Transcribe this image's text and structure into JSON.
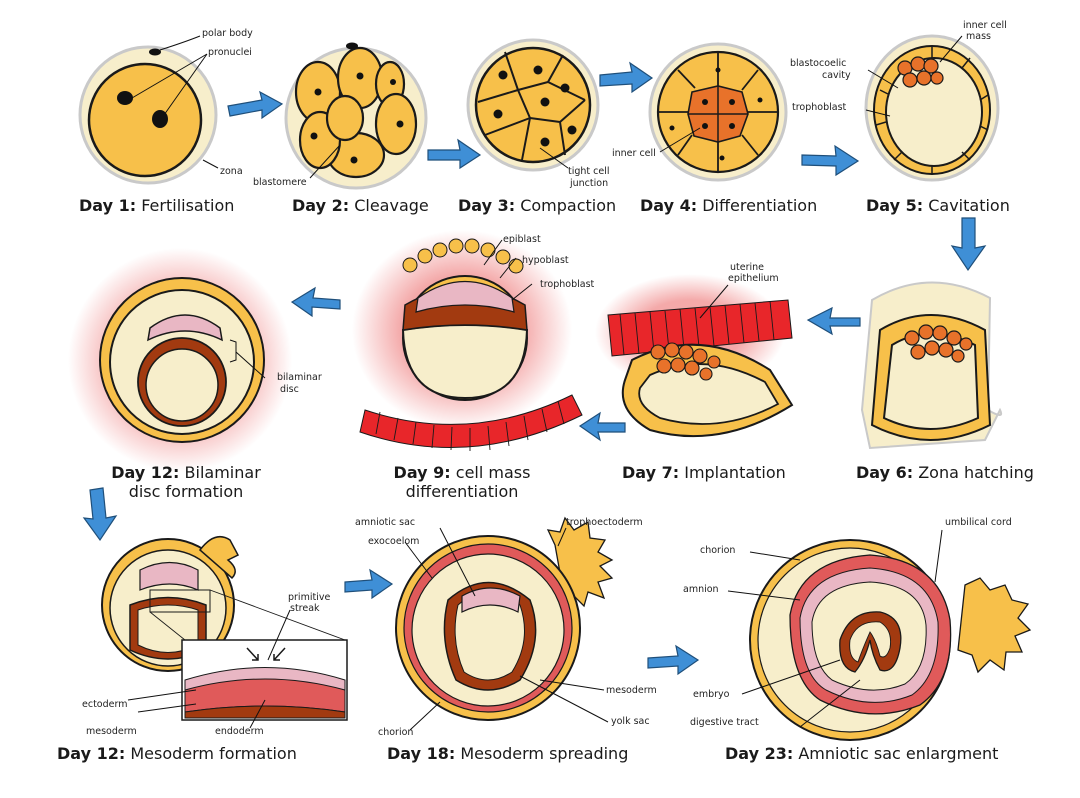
{
  "stages": [
    {
      "day": "Day 1:",
      "name": "Fertilisation"
    },
    {
      "day": "Day 2:",
      "name": "Cleavage"
    },
    {
      "day": "Day 3:",
      "name": "Compaction"
    },
    {
      "day": "Day 4:",
      "name": "Differentiation"
    },
    {
      "day": "Day 5:",
      "name": "Cavitation"
    },
    {
      "day": "Day 6:",
      "name": "Zona hatching"
    },
    {
      "day": "Day 7:",
      "name": "Implantation"
    },
    {
      "day": "Day 9:",
      "name": "cell mass",
      "name2": "differentiation"
    },
    {
      "day": "Day 12:",
      "name": "Bilaminar",
      "name2": "disc formation"
    },
    {
      "day": "Day 12:",
      "name": "Mesoderm formation"
    },
    {
      "day": "Day 18:",
      "name": "Mesoderm spreading"
    },
    {
      "day": "Day 23:",
      "name": "Amniotic sac enlargment"
    }
  ],
  "labels": {
    "polar_body": "polar body",
    "pronuclei": "pronuclei",
    "zona": "zona",
    "blastomere": "blastomere",
    "tight_cell": "tight cell",
    "junction": "junction",
    "inner_cell": "inner cell",
    "inner_cell_mass_1": "inner cell",
    "inner_cell_mass_2": "mass",
    "blastocoelic_1": "blastocoelic",
    "blastocoelic_2": "cavity",
    "trophoblast": "trophoblast",
    "uterine_1": "uterine",
    "uterine_2": "epithelium",
    "epiblast": "epiblast",
    "hypoblast": "hypoblast",
    "trophoblast_9": "trophoblast",
    "bilaminar_1": "bilaminar",
    "bilaminar_2": "disc",
    "primitive_1": "primitive",
    "primitive_2": "streak",
    "ectoderm": "ectoderm",
    "mesoderm_12": "mesoderm",
    "endoderm": "endoderm",
    "amniotic_sac": "amniotic sac",
    "exocoelom": "exocoelom",
    "trophoectoderm": "trophoectoderm",
    "mesoderm_18": "mesoderm",
    "yolk_sac": "yolk sac",
    "chorion_18": "chorion",
    "chorion_23": "chorion",
    "umbilical_cord": "umbilical cord",
    "amnion": "amnion",
    "embryo": "embryo",
    "digestive_tract": "digestive tract"
  },
  "colors": {
    "cell": "#f7c04a",
    "outline": "#1a1a1a",
    "zona": "#f7eecb",
    "inner_mass": "#e8722a",
    "uterine": "#e8262a",
    "glow": "#f6a0a0",
    "arrow": "#3f8fd6",
    "hypoblast_pink": "#e9b7c4",
    "endoderm_brown": "#a23a10",
    "mesoderm_red": "#e05a5a"
  }
}
